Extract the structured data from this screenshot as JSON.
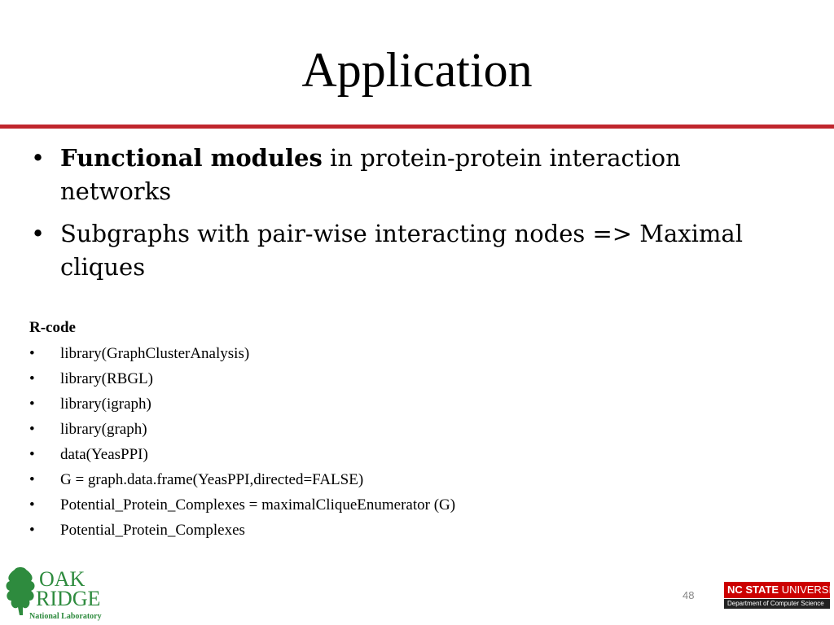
{
  "title": "Application",
  "colors": {
    "rule": "#c0262d",
    "ornl_green": "#2e8b3e",
    "ncsu_red": "#cc0000"
  },
  "main_bullets": [
    {
      "bullet": "•",
      "bold": "Functional modules",
      "text": " in protein-protein interaction networks"
    },
    {
      "bullet": "•",
      "bold": "",
      "text": "Subgraphs with pair-wise interacting nodes => Maximal cliques"
    }
  ],
  "rcode": {
    "heading": "R-code",
    "bullet": "•",
    "lines": [
      "library(GraphClusterAnalysis)",
      "library(RBGL)",
      "library(igraph)",
      "library(graph)",
      "data(YeasPPI)",
      "G = graph.data.frame(YeasPPI,directed=FALSE)",
      "Potential_Protein_Complexes = maximalCliqueEnumerator (G)",
      "Potential_Protein_Complexes"
    ]
  },
  "page_number": "48",
  "ornl_logo": {
    "line1": "OAK",
    "line2": "RIDGE",
    "line3": "National Laboratory",
    "icon": "oak-leaf-icon"
  },
  "ncsu_logo": {
    "bold": "NC STATE",
    "rest": " UNIVERSITY",
    "department": "Department of Computer Science"
  }
}
